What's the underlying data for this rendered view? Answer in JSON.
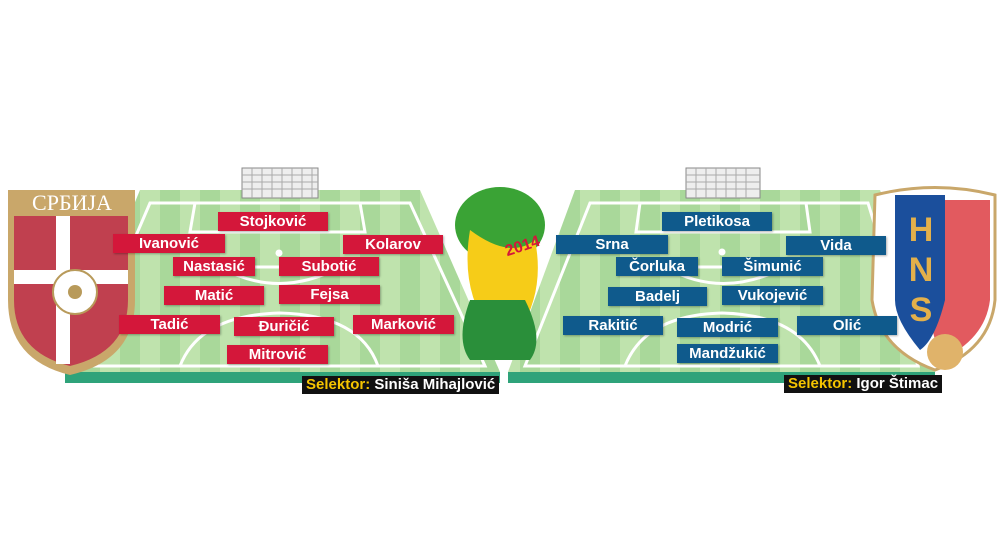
{
  "serbia": {
    "crest_text": "СРБИЈА",
    "players": [
      "Stojković",
      "Ivanović",
      "Kolarov",
      "Nastasić",
      "Subotić",
      "Matić",
      "Fejsa",
      "Tadić",
      "Đuričić",
      "Marković",
      "Mitrović"
    ],
    "coach_label": "Selektor:",
    "coach": "Siniša Mihajlović",
    "color": "#d4173a"
  },
  "croatia": {
    "crest_text": "HNS",
    "players": [
      "Pletikosa",
      "Srna",
      "Vida",
      "Čorluka",
      "Šimunić",
      "Badelj",
      "Vukojević",
      "Rakitić",
      "Modrić",
      "Olić",
      "Mandžukić"
    ],
    "coach_label": "Selektor:",
    "coach": "Igor Štimac",
    "color": "#0f5a8c"
  },
  "tournament_logo_text": "2014"
}
